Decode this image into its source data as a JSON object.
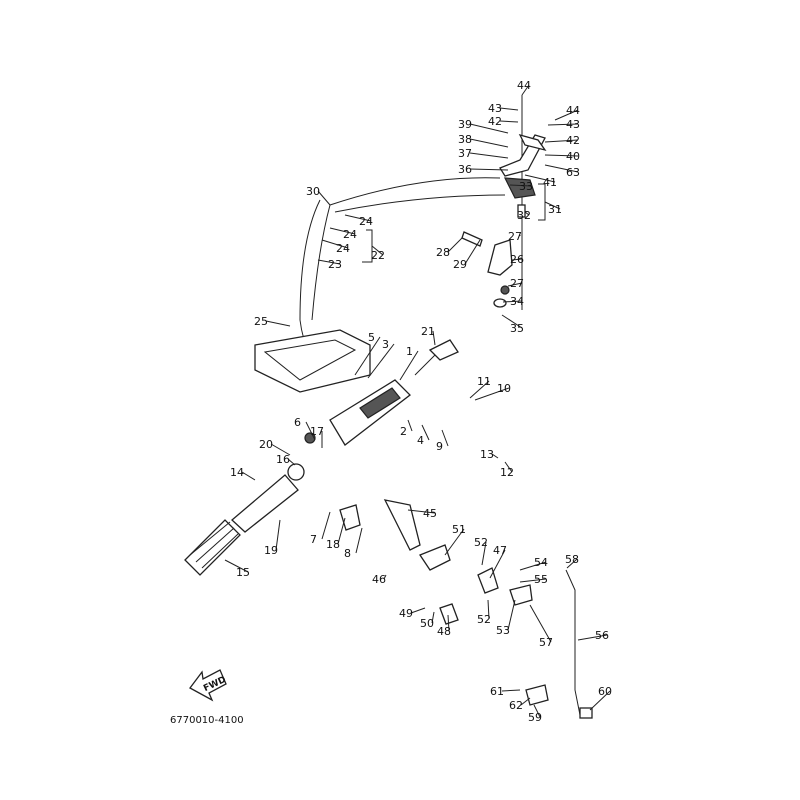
{
  "diagram": {
    "drawing_code": "6770010-4100",
    "fwd_arrow_label": "FWD",
    "callouts": [
      "44",
      "43",
      "44",
      "42",
      "43",
      "39",
      "38",
      "42",
      "37",
      "40",
      "36",
      "41",
      "63",
      "33",
      "31",
      "32",
      "30",
      "24",
      "24",
      "27",
      "24",
      "22",
      "23",
      "28",
      "29",
      "26",
      "27",
      "34",
      "35",
      "25",
      "5",
      "21",
      "3",
      "1",
      "11",
      "10",
      "6",
      "17",
      "2",
      "4",
      "9",
      "13",
      "12",
      "20",
      "16",
      "14",
      "45",
      "7",
      "18",
      "8",
      "19",
      "51",
      "52",
      "47",
      "54",
      "58",
      "55",
      "15",
      "46",
      "53",
      "52",
      "57",
      "49",
      "50",
      "48",
      "56",
      "61",
      "60",
      "62",
      "59"
    ]
  }
}
